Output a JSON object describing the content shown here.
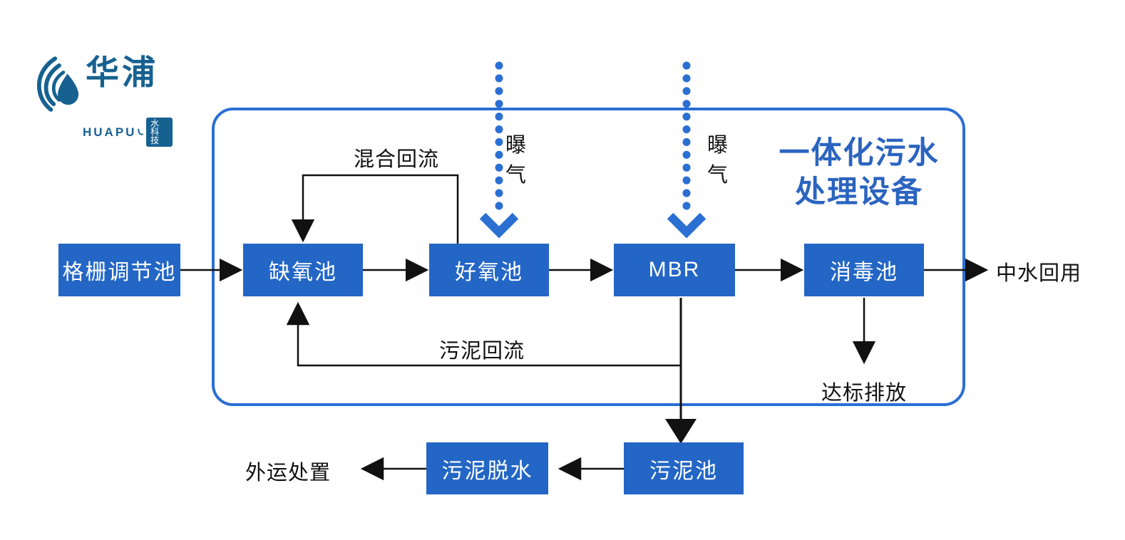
{
  "logo": {
    "name": "华浦",
    "latin": "HUAPU",
    "tagline": "水科技"
  },
  "title": {
    "line1": "一体化污水",
    "line2": "处理设备"
  },
  "nodes": {
    "grid_tank": "格栅调节池",
    "anoxic_tank": "缺氧池",
    "aerobic_tank": "好氧池",
    "mbr": "MBR",
    "disinfection_tank": "消毒池",
    "sludge_tank": "污泥池",
    "sludge_dewatering": "污泥脱水"
  },
  "labels": {
    "mixed_reflux": "混合回流",
    "sludge_return": "污泥回流",
    "aeration": "曝气",
    "reclaimed_water": "中水回用",
    "standard_discharge": "达标排放",
    "offsite_disposal": "外运处置"
  },
  "colors": {
    "node_fill": "#2366c5",
    "enclosure_stroke": "#2b6fd3",
    "aeration_dots": "#2b6fd3",
    "title_text": "#2b64c0",
    "logo_blue": "#176191",
    "flow_lines": "#111111",
    "background": "#ffffff"
  }
}
